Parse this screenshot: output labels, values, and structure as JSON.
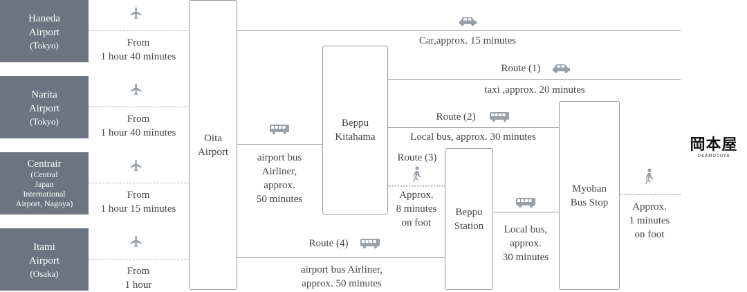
{
  "origins": [
    {
      "name": "Haneda\nAirport",
      "sub": "(Tokyo)",
      "from": "From\n1 hour 40 minutes"
    },
    {
      "name": "Narita\nAirport",
      "sub": "(Tokyo)",
      "from": "From\n1 hour 40 minutes"
    },
    {
      "name": "Centrair",
      "sub": "(Central\nJapan\nInternational\nAirport, Nagoya)",
      "from": "From\n1 hour 15 minutes"
    },
    {
      "name": "Itami\nAirport",
      "sub": "(Osaka)",
      "from": "From\n1 hour"
    }
  ],
  "nodes": {
    "oita": "Oita\nAirport",
    "kitahama": "Beppu\nKitahama",
    "station": "Beppu\nStation",
    "myoban": "Myoban\nBus Stop"
  },
  "labels": {
    "car": "Car,approx. 15 minutes",
    "route1": "Route (1)",
    "taxi": "taxi ,approx. 20 minutes",
    "route2": "Route (2)",
    "localbus_top": "Local bus, approx. 30 minutes",
    "airliner1": "airport bus\nAirliner,\napprox.\n50 minutes",
    "route3": "Route (3)",
    "walk8": "Approx.\n8 minutes\non foot",
    "route4": "Route (4)",
    "airliner2": "airport bus Airliner,\napprox. 50 minutes",
    "localbus2": "Local bus,\napprox.\n30 minutes",
    "walk1": "Approx.\n1 minutes\non foot"
  },
  "logo": {
    "text": "岡本屋",
    "sub": "OKAMOTOYA"
  },
  "colors": {
    "origin_bg": "#6b7480",
    "line": "#9a9a9a",
    "icon": "#9aa0a8"
  },
  "icons": [
    "airplane-icon",
    "car-icon",
    "bus-icon",
    "walking-person-icon"
  ]
}
